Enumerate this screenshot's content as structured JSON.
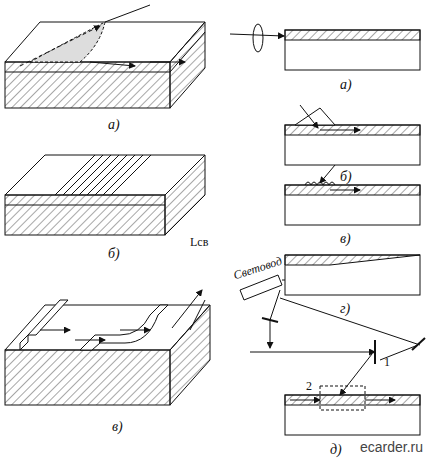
{
  "diagram": {
    "labels": [
      "а)",
      "б)",
      "Lсв",
      "в)",
      "а)",
      "б)",
      "в)",
      "Световод",
      "г)",
      "1",
      "2",
      "д)",
      "ecarder.ru"
    ]
  }
}
